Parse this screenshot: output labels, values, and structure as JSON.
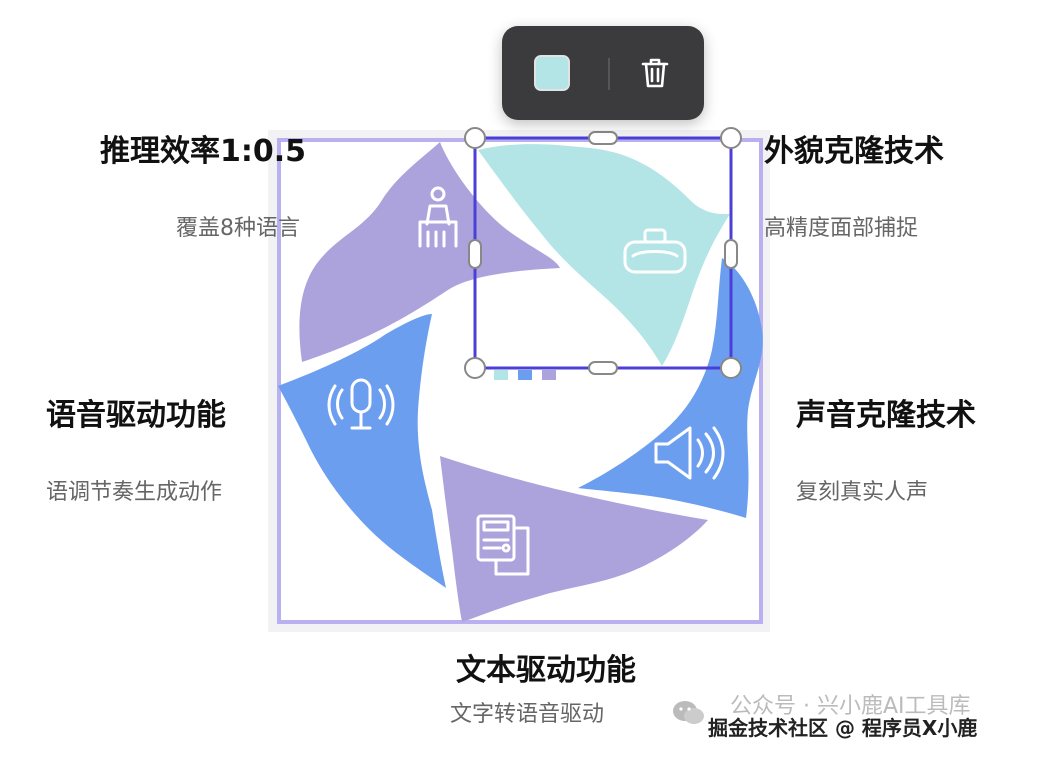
{
  "toolbar": {
    "color_swatch": "#b3e4e6",
    "color_icon": "color-swatch",
    "delete_icon": "trash-icon"
  },
  "segments": [
    {
      "title": "推理效率1:0.5",
      "subtitle": "覆盖8种语言",
      "icon": "escalator-icon",
      "color": "#ada3dc"
    },
    {
      "title": "外貌克隆技术",
      "subtitle": "高精度面部捕捉",
      "icon": "vr-headset-icon",
      "color": "#b3e4e6"
    },
    {
      "title": "语音驱动功能",
      "subtitle": "语调节奏生成动作",
      "icon": "microphone-icon",
      "color": "#6c9ef0"
    },
    {
      "title": "声音克隆技术",
      "subtitle": "复刻真实人声",
      "icon": "speaker-icon",
      "color": "#6c9ef0"
    },
    {
      "title": "文本驱动功能",
      "subtitle": "文字转语音驱动",
      "icon": "printer-icon",
      "color": "#ada3dc"
    }
  ],
  "selection": {
    "outer_frame_color": "#b9b0f0",
    "inner_frame_color": "#4b3fd8"
  },
  "watermark": {
    "text": "公众号 · 兴小鹿AI工具库"
  },
  "footer": {
    "text": "掘金技术社区 @ 程序员X小鹿"
  }
}
